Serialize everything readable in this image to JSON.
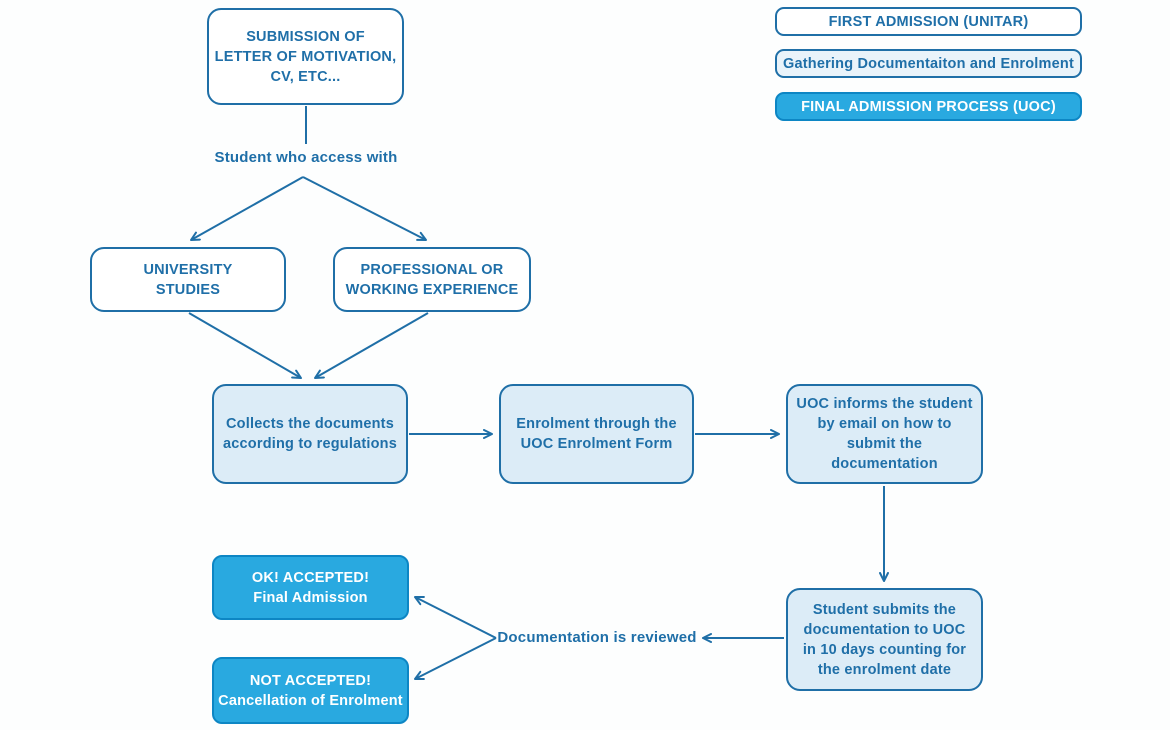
{
  "diagram": {
    "title": "Admission process flowchart",
    "nodes": {
      "submission": {
        "label": "SUBMISSION OF\nLETTER OF MOTIVATION,\nCV, ETC..."
      },
      "university": {
        "label": "UNIVERSITY\nSTUDIES"
      },
      "professional": {
        "label": "PROFESSIONAL OR\nWORKING EXPERIENCE"
      },
      "collects": {
        "label": "Collects the documents\naccording to regulations"
      },
      "enrolment": {
        "label": "Enrolment through the\nUOC Enrolment Form"
      },
      "uoc_informs": {
        "label": "UOC informs the student\nby email on how to\nsubmit the documentation"
      },
      "student_submits": {
        "label": "Student submits the\ndocumentation to UOC\nin 10 days counting for\nthe enrolment date"
      },
      "ok_accepted": {
        "label": "OK! ACCEPTED!\nFinal Admission"
      },
      "not_accepted": {
        "label": "NOT ACCEPTED!\nCancellation of Enrolment"
      }
    },
    "labels": {
      "student_access": "Student who access with",
      "doc_reviewed": "Documentation is reviewed"
    },
    "legend": [
      {
        "label": "FIRST ADMISSION (UNITAR)",
        "style": "outline-white"
      },
      {
        "label": "Gathering Documentaiton and Enrolment",
        "style": "outline-light"
      },
      {
        "label": "FINAL ADMISSION PROCESS (UOC)",
        "style": "filled"
      }
    ],
    "colors": {
      "line": "#1f6fa7",
      "text": "#1f6fa8",
      "node_white_fill": "#ffffff",
      "node_light_fill": "#dcecf7",
      "legend_light_fill": "#e9f3fa",
      "accent_fill": "#29a9e0",
      "accent_border": "#0d86c4",
      "accent_text": "#ffffff"
    }
  }
}
